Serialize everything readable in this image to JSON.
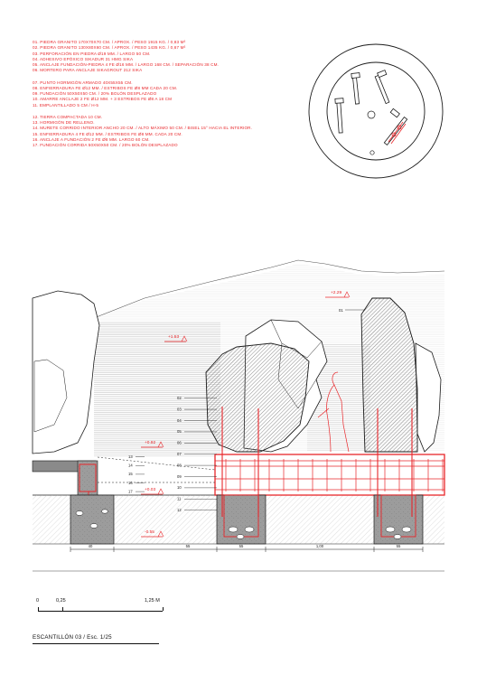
{
  "legend": {
    "group1": [
      "01. PIEDRA GRANITO 170X70X70 CM. / APROX. / PESO 1915 KG. / 0,83 M³",
      "02. PIEDRA GRANITO 130X80X60 CM. / APROX. / PESO 1435 KG. / 0,67 M³",
      "03. PERFORACIÓN EN PIEDRA Ø19 MM. / LARGO 50 CM.",
      "04. ADHESIVO EPÓXICO SIKADUR 31 HMG SIKA",
      "05. ANCLAJE FUNDACIÓN-PIEDRA 4 FE Ø16 MM. / LARGO 168 CM. / SEPARACIÓN 38 CM.",
      "06. MORTERO PARA ANCLAJE SIKAGROUT 212 SIKA"
    ],
    "group2": [
      "07. PLINTO HORMIGÓN ARMADO 40X55X55 CM.",
      "08. ENFIERRADURA FE Ø12 MM. / ESTRIBOS FE Ø8 MM CADA 20 CM.",
      "09. FUNDACIÓN 50X50X50 CM. / 20% BOLÓN DESPLAZADO",
      "10. AMARRE ANCLAJE 2 FE Ø12 MM. + 3 ESTRIBOS FE Ø8 A 18 CM",
      "11. EMPLANTILLADO 5 CM / H-5"
    ],
    "group3": [
      "12. TIERRA COMPACTADA 10 CM.",
      "13. HORMIGÓN DE RELLENO.",
      "14. MURETE CORRIDO INTERIOR ANCHO 20 CM. / ALTO MÁXIMO 50 CM. / BISEL 15° HACIA EL INTERIOR.",
      "15. ENFIERRADURA 4 FE Ø12 MM. / ESTRIBOS FE Ø8 MM. CADA 20 CM.",
      "16. ANCLAJE A FUNDACIÓN 2 FE Ø8 MM. LARGO 60 CM.",
      "17. FUNDACIÓN CORRIDA 50X50X50 CM. / 20% BOLÓN DESPLAZADO"
    ]
  },
  "section": {
    "levels": [
      "+2.29",
      "+1.53",
      "+0.92",
      "+0.03",
      "-0.55"
    ],
    "tags_right": [
      "01"
    ],
    "tags_mid": [
      "02",
      "03",
      "04",
      "05",
      "06",
      "07",
      "08",
      "09",
      "10",
      "11",
      "12"
    ],
    "tags_left": [
      "13",
      "14",
      "15",
      "16",
      "17"
    ],
    "dimensions": [
      "40",
      "55",
      "55",
      "1,00",
      "55"
    ]
  },
  "scale": {
    "ticks": [
      "0",
      "0,25",
      "1,25 M"
    ],
    "caption": "ESCANTILLÓN 03 / Esc. 1/25"
  },
  "colors": {
    "accent": "#e8262a",
    "ink": "#1a1a1a",
    "hatch": "#444444",
    "stone": "#8a8a8a"
  }
}
